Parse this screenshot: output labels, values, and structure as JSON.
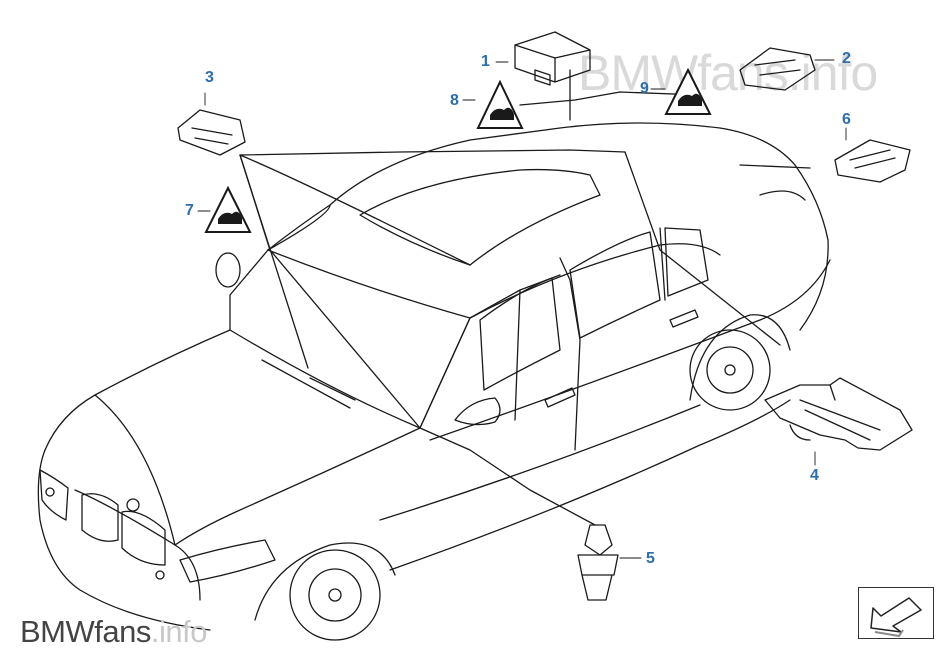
{
  "diagram": {
    "callouts": [
      {
        "id": "1",
        "label": "1"
      },
      {
        "id": "2",
        "label": "2"
      },
      {
        "id": "3",
        "label": "3"
      },
      {
        "id": "4",
        "label": "4"
      },
      {
        "id": "5",
        "label": "5"
      },
      {
        "id": "6",
        "label": "6"
      },
      {
        "id": "7",
        "label": "7"
      },
      {
        "id": "8",
        "label": "8"
      },
      {
        "id": "9",
        "label": "9"
      }
    ]
  },
  "watermark": {
    "top": "BMWfans.info",
    "bottom_main": "BMWfans",
    "bottom_suffix": ".info"
  },
  "colors": {
    "callout": "#2f6fa8",
    "line": "#1a1a1a",
    "watermark_light": "#d9d9d9"
  },
  "nav": {
    "icon": "arrow-return-icon"
  }
}
